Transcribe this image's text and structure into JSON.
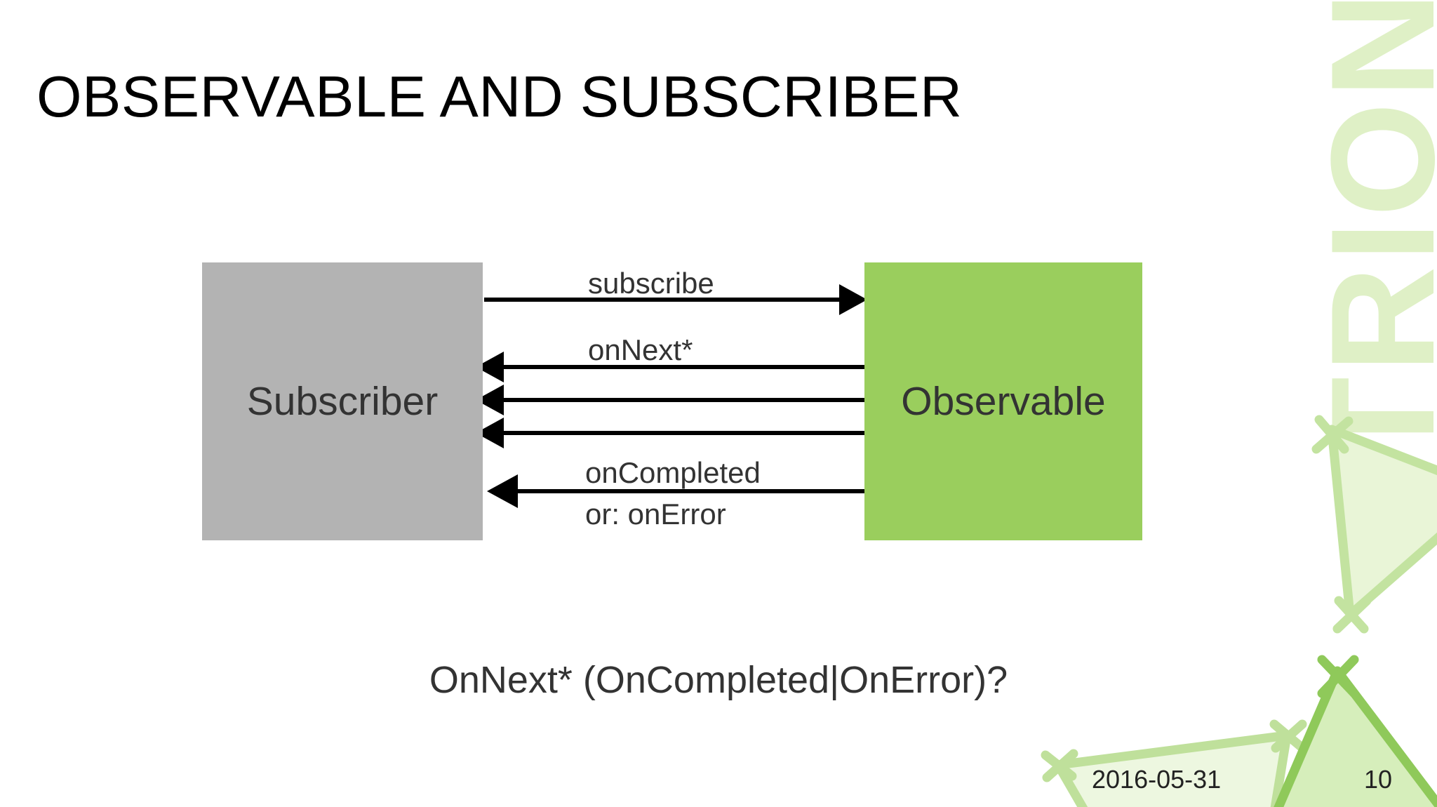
{
  "slide": {
    "title": "OBSERVABLE AND SUBSCRIBER",
    "caption": "OnNext* (OnCompleted|OnError)?",
    "watermark": "TRION",
    "background_color": "#ffffff"
  },
  "diagram": {
    "type": "sequence-diagram",
    "nodes": [
      {
        "id": "subscriber",
        "label": "Subscriber",
        "color": "#b3b3b3",
        "text_color": "#333333"
      },
      {
        "id": "observable",
        "label": "Observable",
        "color": "#9ace5d",
        "text_color": "#333333"
      }
    ],
    "messages": [
      {
        "id": "subscribe",
        "label": "subscribe",
        "direction": "right",
        "from": "subscriber",
        "to": "observable",
        "count": 1
      },
      {
        "id": "onnext",
        "label": "onNext*",
        "direction": "left",
        "from": "observable",
        "to": "subscriber",
        "count": 3
      },
      {
        "id": "oncompleted",
        "label": "onCompleted",
        "label2": "or: onError",
        "direction": "left",
        "from": "observable",
        "to": "subscriber",
        "count": 1
      }
    ],
    "arrow_color": "#000000"
  },
  "footer": {
    "date": "2016-05-31",
    "page_number": "10"
  },
  "colors": {
    "brand_green": "#9ace5d",
    "pale_green": "#dff0c6",
    "light_green_fill": "#d9eec0",
    "gray_box": "#b3b3b3",
    "text_dark": "#333333"
  }
}
